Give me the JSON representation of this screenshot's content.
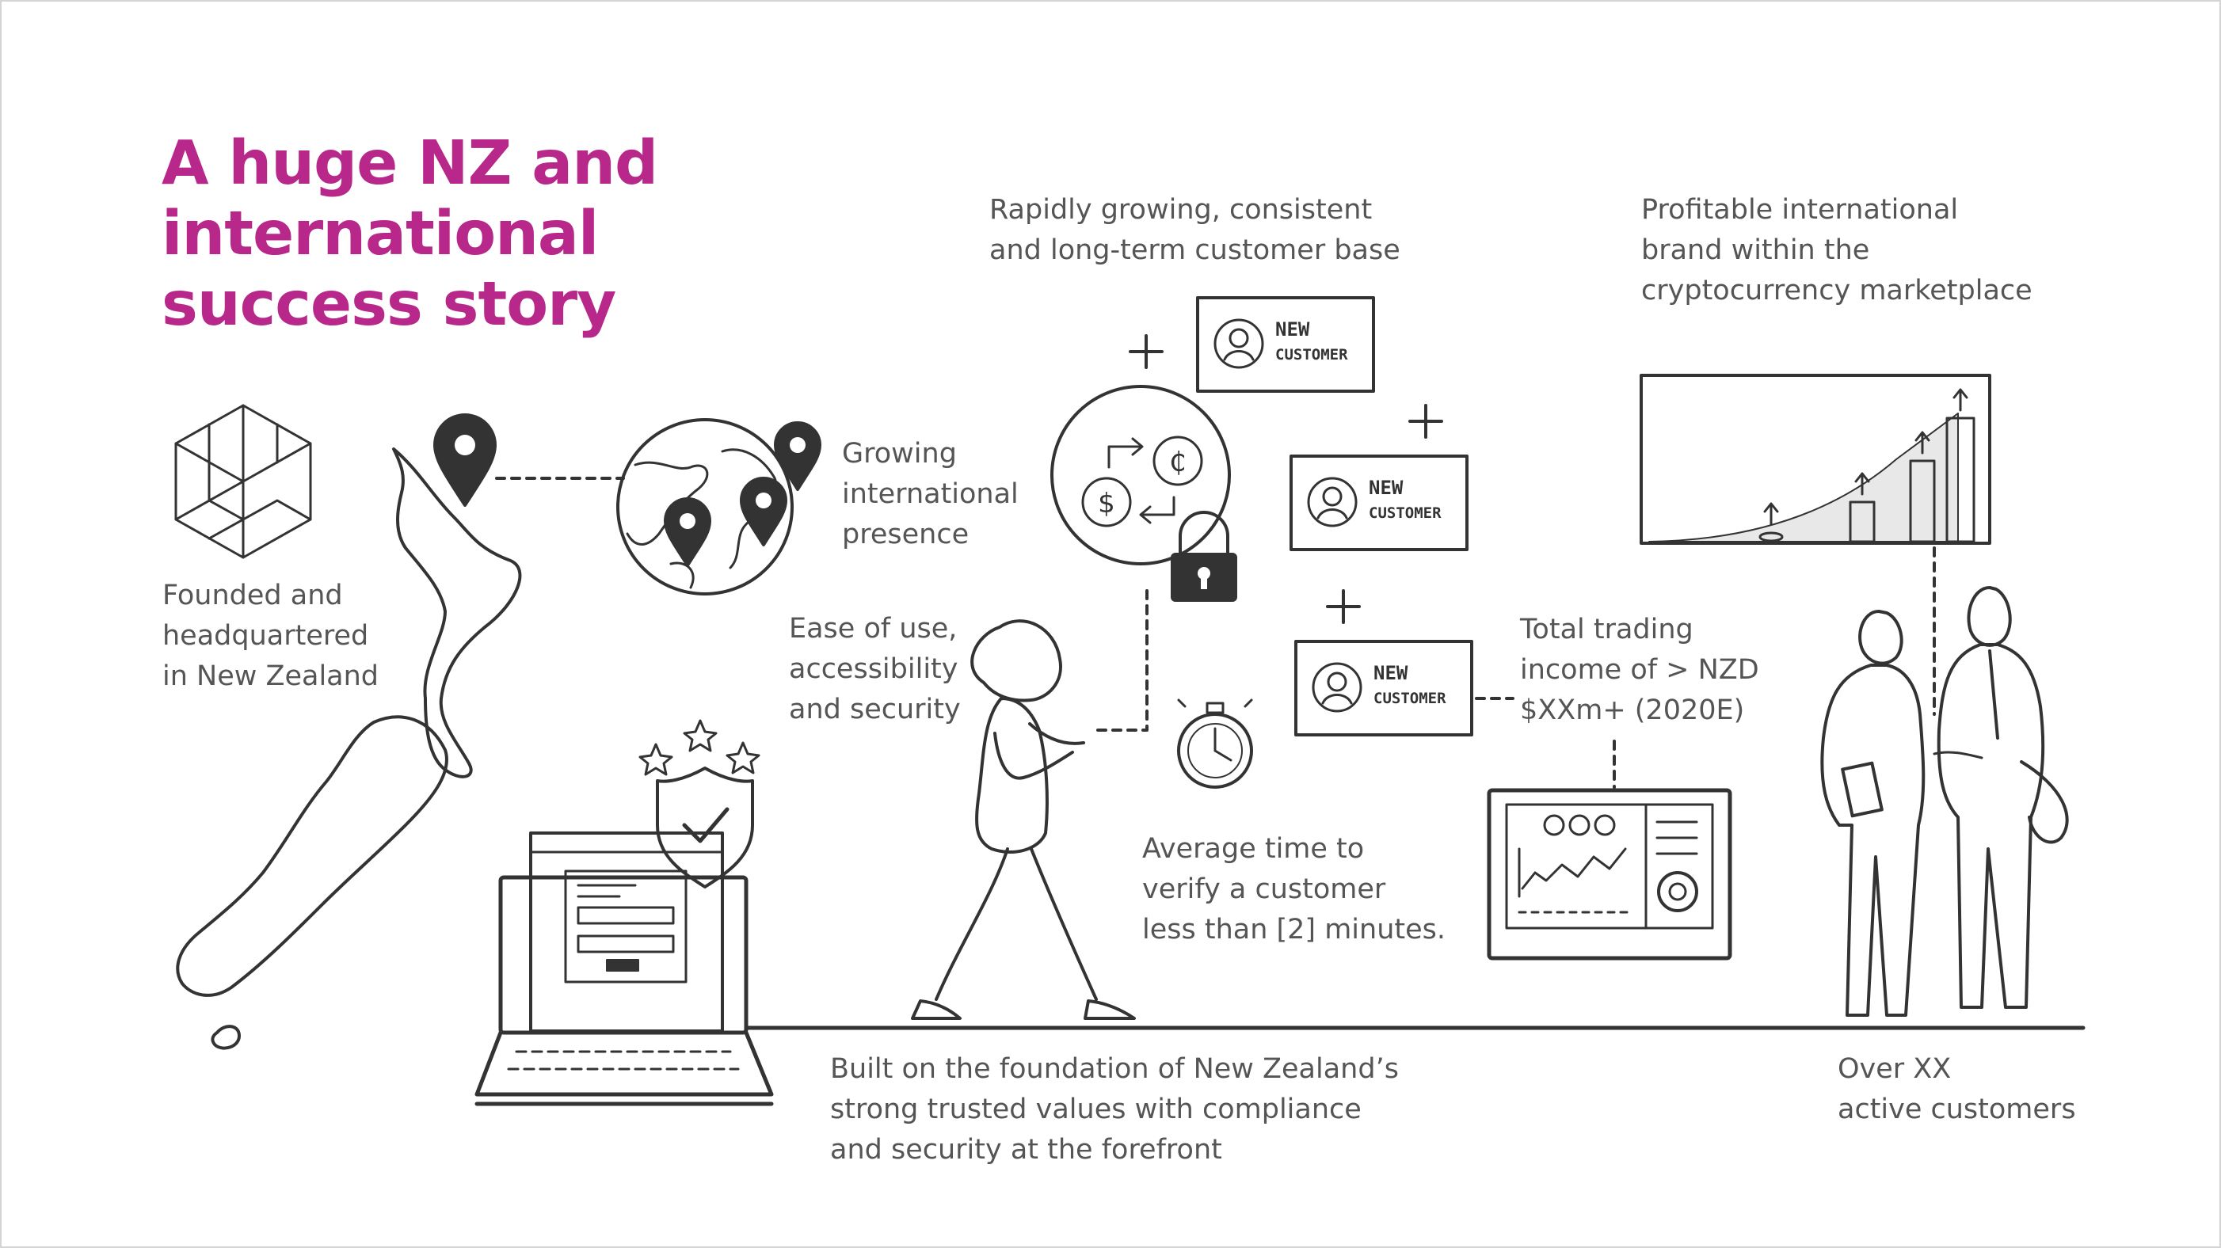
{
  "title": [
    "A huge NZ and",
    "international",
    "success story"
  ],
  "captions": {
    "founded": [
      "Founded and",
      "headquartered",
      "in New Zealand"
    ],
    "growing": [
      "Growing",
      "international",
      "presence"
    ],
    "customer_base": [
      "Rapidly growing, consistent",
      "and long-term customer base"
    ],
    "profitable": [
      "Profitable international",
      "brand within the",
      "cryptocurrency marketplace"
    ],
    "ease": [
      "Ease of use,",
      "accessibility",
      "and security"
    ],
    "trading": [
      "Total trading",
      "income of > NZD",
      "$XXm+ (2020E)"
    ],
    "verify": [
      "Average time to",
      "verify a customer",
      "less than [2] minutes."
    ],
    "foundation": [
      "Built on the foundation of New Zealand’s",
      "strong trusted values with compliance",
      "and security at the forefront"
    ],
    "active": [
      "Over XX",
      "active customers"
    ]
  },
  "new_customer_tag": [
    "NEW",
    "CUSTOMER"
  ],
  "icons": [
    "logo-icon",
    "nz-map-icon",
    "map-pin-icon",
    "globe-icon",
    "exchange-icon",
    "padlock-icon",
    "user-icon",
    "plus-icon",
    "stopwatch-icon",
    "shield-check-icon",
    "star-icon",
    "laptop-icon",
    "person-walking-icon",
    "dashboard-monitor-icon",
    "coin-growth-chart-icon",
    "people-icon"
  ],
  "colors": {
    "accent": "#b8288a",
    "text": "#555555",
    "ink": "#333333"
  }
}
